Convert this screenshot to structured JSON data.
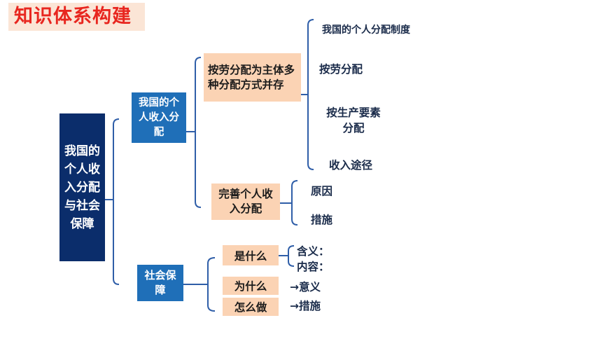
{
  "title": "知识体系构建",
  "root": "我国的个人收入分配与社会保障",
  "branch1": {
    "label": "我国的个人收入分配",
    "sub1": {
      "label": "按劳分配为主体多种分配方式并存",
      "leaves": [
        "我国的个人分配制度",
        "按劳分配",
        "按生产要素分配",
        "收入途径"
      ]
    },
    "sub2": {
      "label": "完善个人收入分配",
      "leaves": [
        "原因",
        "措施"
      ]
    }
  },
  "branch2": {
    "label": "社会保障",
    "items": [
      {
        "label": "是什么",
        "details": [
          "含义：",
          "内容："
        ]
      },
      {
        "label": "为什么",
        "detail": "→意义"
      },
      {
        "label": "怎么做",
        "detail": "→措施"
      }
    ]
  },
  "colors": {
    "title_text": "#e8261f",
    "title_bg": "#fbe5d6",
    "navy": "#0b2d6b",
    "blue": "#1f6fb8",
    "peach": "#fbd3b4",
    "line": "#2f5ea8"
  }
}
